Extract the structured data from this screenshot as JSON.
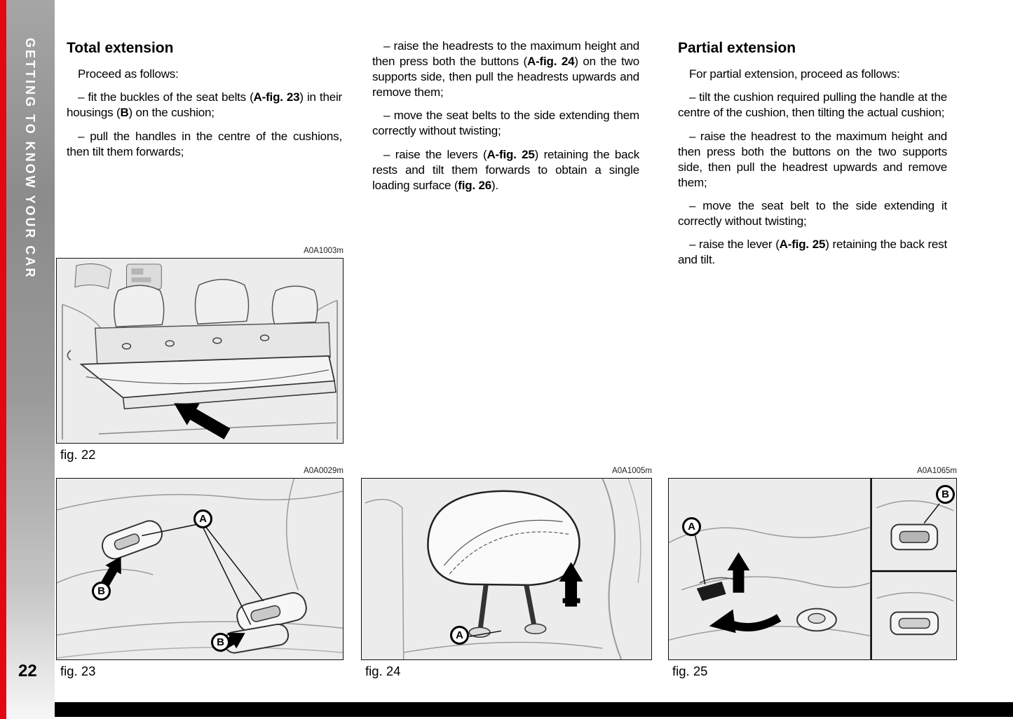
{
  "colors": {
    "accent_red": "#e30613",
    "sidebar_gray": "#8b8b8b",
    "figure_background": "#ececec",
    "footer_bar": "#000000"
  },
  "sidebar": {
    "label": "GETTING TO KNOW YOUR CAR"
  },
  "page_number": "22",
  "col1": {
    "heading": "Total extension",
    "p0": [
      {
        "text": "Proceed as follows:",
        "bold": false
      }
    ],
    "p1": [
      {
        "text": "– fit the buckles of the seat belts (",
        "bold": false
      },
      {
        "text": "A-fig. 23",
        "bold": true
      },
      {
        "text": ") in their housings (",
        "bold": false
      },
      {
        "text": "B",
        "bold": true
      },
      {
        "text": ") on the cushion;",
        "bold": false
      }
    ],
    "p2": [
      {
        "text": "– pull the handles in the centre of the cushions, then tilt them forwards;",
        "bold": false
      }
    ]
  },
  "col2": {
    "p0": [
      {
        "text": "– raise the headrests to the maximum height and then press both the buttons (",
        "bold": false
      },
      {
        "text": "A-fig. 24",
        "bold": true
      },
      {
        "text": ") on the two supports side, then pull the headrests upwards and remove them;",
        "bold": false
      }
    ],
    "p1": [
      {
        "text": "– move the seat belts to the side extending them correctly without twisting;",
        "bold": false
      }
    ],
    "p2": [
      {
        "text": "– raise the levers (",
        "bold": false
      },
      {
        "text": "A-fig. 25",
        "bold": true
      },
      {
        "text": ") retaining the back rests and tilt them forwards to obtain a single loading surface (",
        "bold": false
      },
      {
        "text": "fig. 26",
        "bold": true
      },
      {
        "text": ").",
        "bold": false
      }
    ]
  },
  "col3": {
    "heading": "Partial extension",
    "p0": [
      {
        "text": "For partial extension, proceed as follows:",
        "bold": false
      }
    ],
    "p1": [
      {
        "text": "– tilt the cushion required pulling the handle at the centre of the cushion, then tilting the actual cushion;",
        "bold": false
      }
    ],
    "p2": [
      {
        "text": "– raise the headrest to the maximum height and then press both the buttons on the two supports side, then pull the headrest upwards and remove them;",
        "bold": false
      }
    ],
    "p3": [
      {
        "text": "– move the seat belt to the side extending it correctly without twisting;",
        "bold": false
      }
    ],
    "p4": [
      {
        "text": "– raise the lever (",
        "bold": false
      },
      {
        "text": "A-fig. 25",
        "bold": true
      },
      {
        "text": ") retaining the back rest and tilt.",
        "bold": false
      }
    ]
  },
  "figures": [
    {
      "code": "A0A1003m",
      "caption": "fig. 22",
      "badges": []
    },
    {
      "code": "A0A0029m",
      "caption": "fig. 23",
      "badges": [
        {
          "letter": "A"
        },
        {
          "letter": "B"
        },
        {
          "letter": "B"
        }
      ]
    },
    {
      "code": "A0A1005m",
      "caption": "fig. 24",
      "badges": [
        {
          "letter": "A"
        }
      ]
    },
    {
      "code": "A0A1065m",
      "caption": "fig. 25",
      "badges": [
        {
          "letter": "A"
        },
        {
          "letter": "B"
        }
      ]
    }
  ]
}
